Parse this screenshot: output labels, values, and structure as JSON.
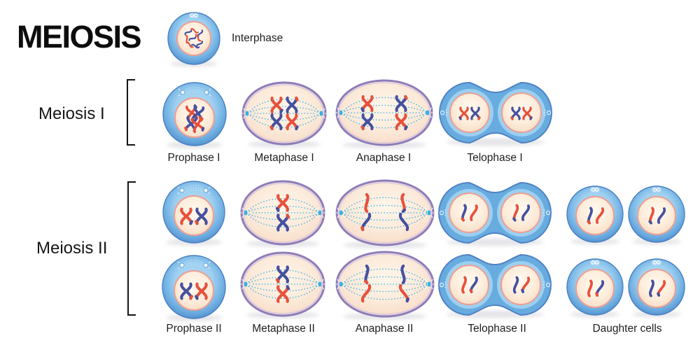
{
  "title": "MEIOSIS",
  "interphase": {
    "label": "Interphase"
  },
  "meiosis1": {
    "label": "Meiosis I",
    "stages": [
      {
        "label": "Prophase I"
      },
      {
        "label": "Metaphase I"
      },
      {
        "label": "Anaphase I"
      },
      {
        "label": "Telophase I"
      }
    ]
  },
  "meiosis2": {
    "label": "Meiosis II",
    "stages": [
      {
        "label": "Prophase II"
      },
      {
        "label": "Metaphase II"
      },
      {
        "label": "Anaphase II"
      },
      {
        "label": "Telophase II"
      },
      {
        "label": "Daughter cells"
      }
    ]
  },
  "icons": {
    "centriole_badge": "centriole-pair-icon",
    "centrosome_aster": "centrosome-aster-icon",
    "spindle_pole": "spindle-pole-icon"
  },
  "colors": {
    "chromosome_red": "#e8503a",
    "chromosome_blue": "#46509f",
    "membrane_blue": "#66abdf",
    "membrane_edge": "#4b80c2",
    "nucleus_border": "#ef9e92",
    "ellipse_border": "#8d7cba",
    "spindle_cyan": "#35b1e5",
    "text": "#1e1e1e"
  }
}
